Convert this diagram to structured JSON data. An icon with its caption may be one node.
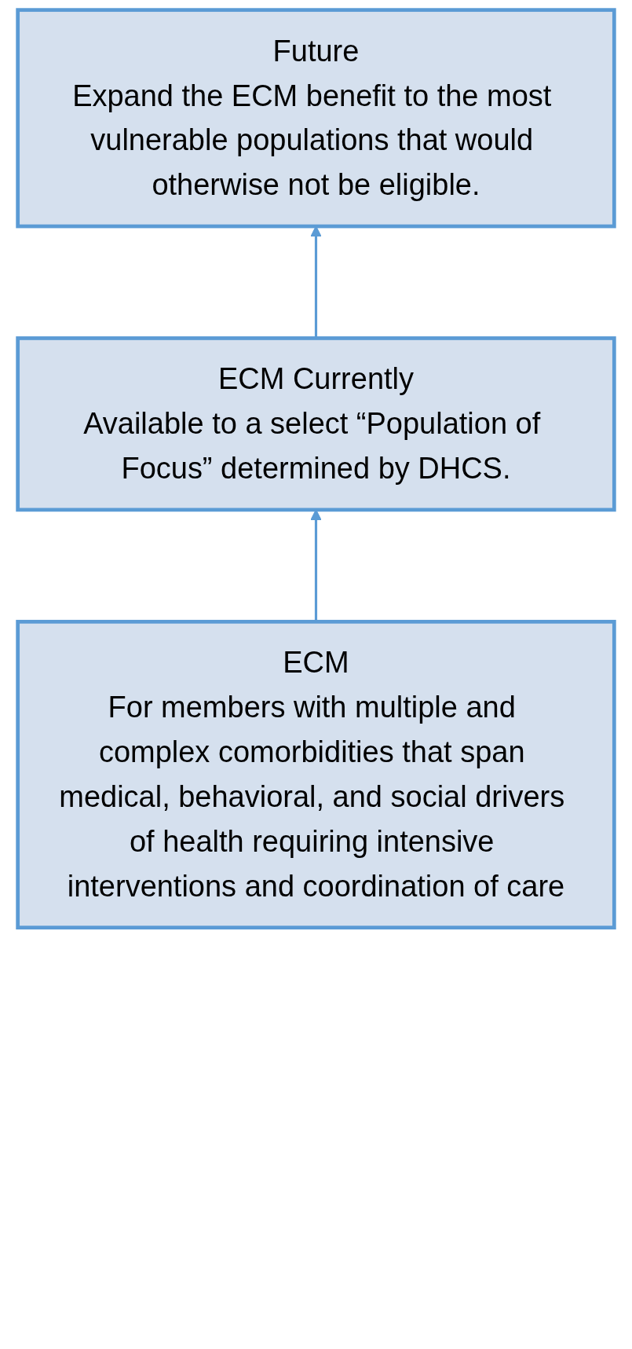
{
  "diagram": {
    "nodes": [
      {
        "text": [
          "ECM",
          "For members with multiple and complex comorbidities that span medical, behavioral, and social drivers of health requiring intensive interventions and coordination of care"
        ]
      },
      {
        "text": [
          "ECM Currently",
          "Available to a select “Population of Focus” determined by DHCS."
        ]
      },
      {
        "text": [
          "Future",
          "Expand the ECM benefit to the most vulnerable populations that would otherwise not be eligible."
        ]
      }
    ],
    "edges": [
      {
        "from": 0,
        "to": 1,
        "arrow": "to"
      },
      {
        "from": 1,
        "to": 2,
        "arrow": "to"
      }
    ]
  }
}
